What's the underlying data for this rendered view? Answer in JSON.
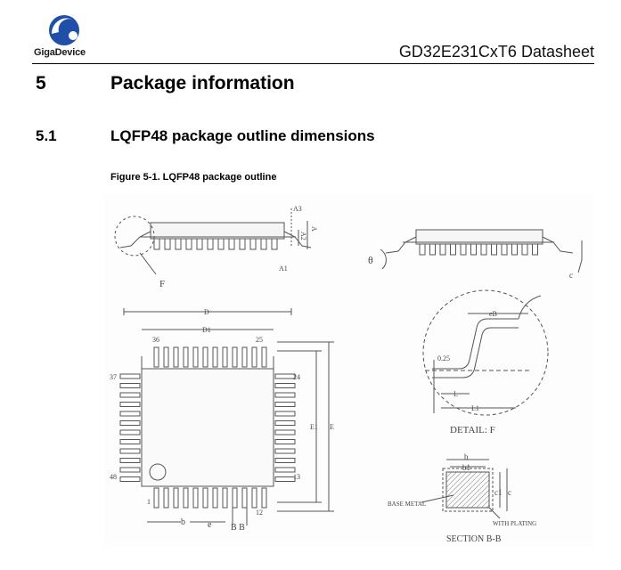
{
  "header": {
    "logo_text": "GigaDevice",
    "doc_title": "GD32E231CxT6 Datasheet"
  },
  "section": {
    "number": "5",
    "title": "Package information"
  },
  "subsection": {
    "number": "5.1",
    "title": "LQFP48 package outline dimensions"
  },
  "figure": {
    "caption": "Figure 5-1. LQFP48 package outline",
    "labels": {
      "a3": "A3",
      "a2": "A2",
      "a": "A",
      "a1": "A1",
      "f": "F",
      "theta": "θ",
      "c": "c",
      "d": "D",
      "d1": "D1",
      "e1": "E1",
      "e": "E",
      "pin36": "36",
      "pin25": "25",
      "pin37": "37",
      "pin24": "24",
      "pin48": "48",
      "pin13": "13",
      "pin1": "1",
      "pin12": "12",
      "b": "b",
      "pitch_e": "e",
      "bb": "B B",
      "eb": "eB",
      "gauge": "0.25",
      "l": "L",
      "l1": "L1",
      "detail": "DETAIL: F",
      "b_sec": "b",
      "b1_sec": "b1",
      "c1": "c1",
      "c_sec": "c",
      "base_metal": "BASE METAL",
      "with_plating": "WITH PLATING",
      "section_bb": "SECTION B-B"
    }
  }
}
